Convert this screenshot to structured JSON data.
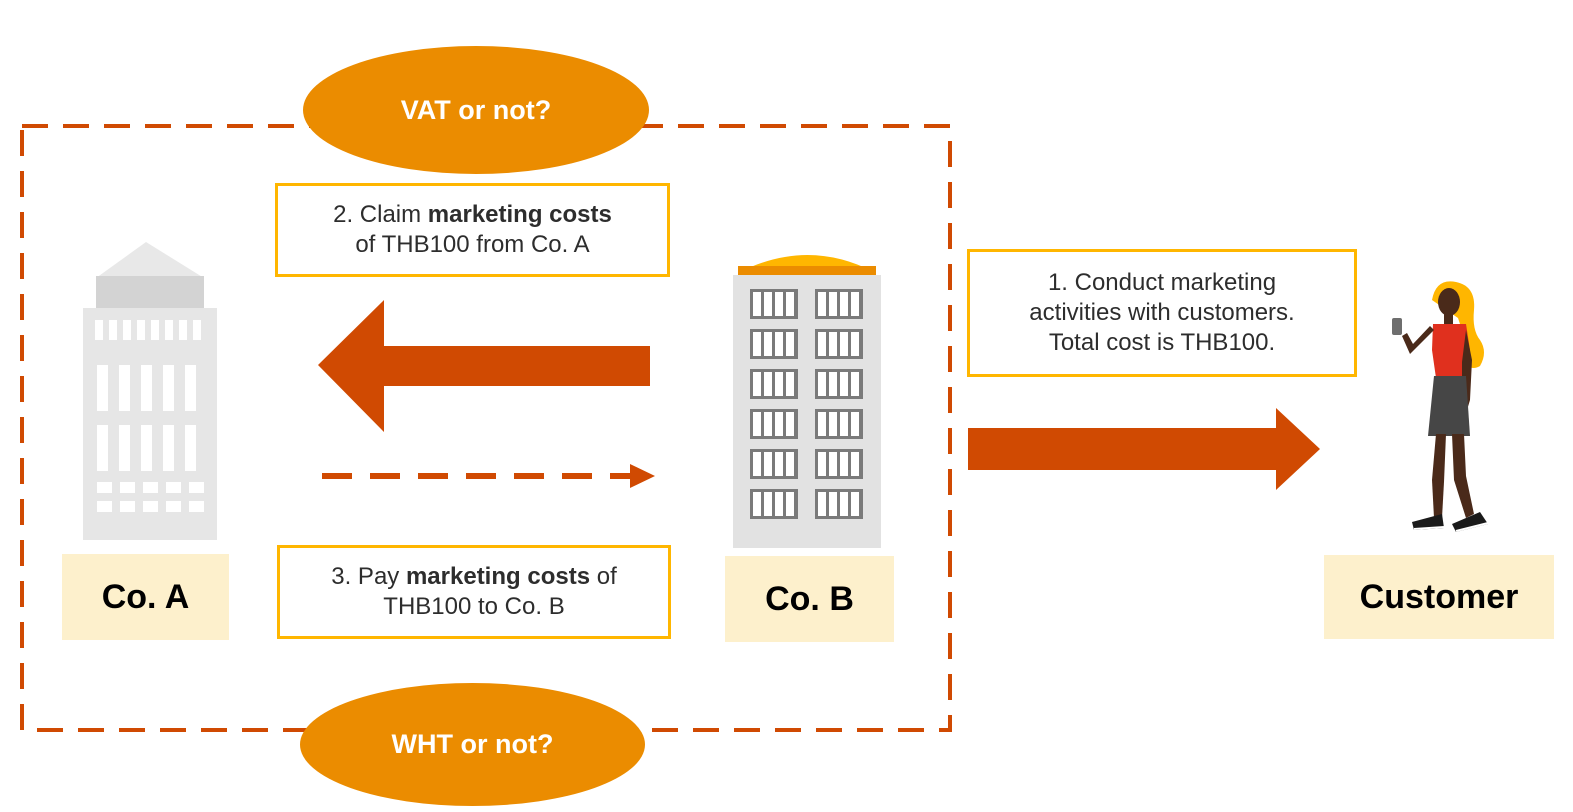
{
  "questions": {
    "vat": "VAT or not?",
    "wht": "WHT or not?"
  },
  "notes": {
    "claim": {
      "prefix": "2. Claim ",
      "bold": "marketing costs",
      "line2": "of THB100 from Co. A"
    },
    "pay": {
      "prefix": "3. Pay ",
      "bold": "marketing costs",
      "suffix": " of",
      "line2": "THB100 to Co. B"
    },
    "conduct": {
      "line1": "1. Conduct marketing",
      "line2": "activities with customers.",
      "line3": "Total cost is THB100."
    }
  },
  "labels": {
    "co_a": "Co. A",
    "co_b": "Co. B",
    "customer": "Customer"
  },
  "colors": {
    "orange": "#eb8c00",
    "arrow": "#d04a02",
    "note_border": "#ffb600",
    "label_bg": "#fdf0cc",
    "building_gray": "#e4e4e4",
    "window_gray": "#7a7a7a"
  },
  "icons": {
    "co_a": "office-building-icon",
    "co_b": "apartment-building-icon",
    "customer": "person-with-phone-icon"
  }
}
